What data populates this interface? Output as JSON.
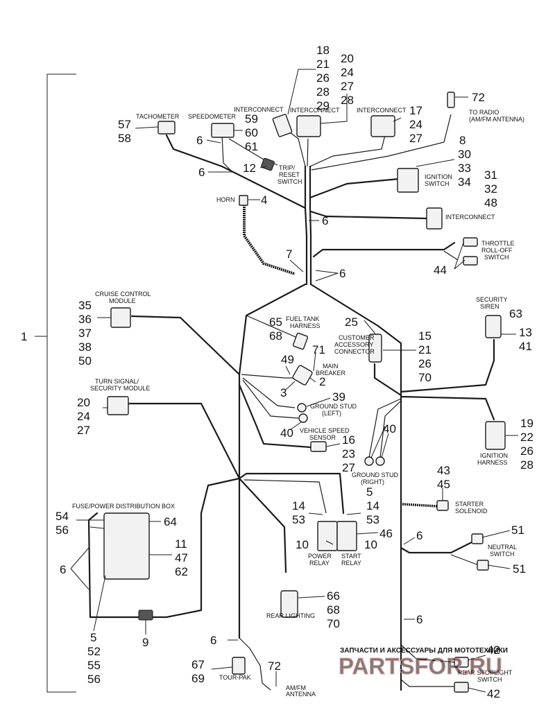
{
  "callouts": {
    "n1": "1",
    "n2": "2",
    "n3": "3",
    "n4": "4",
    "n5a": "5",
    "n5b": "5",
    "n6": "6",
    "n7": "7",
    "n8": "8",
    "n9": "9",
    "n10a": "10",
    "n10b": "10",
    "n11": "11",
    "n12": "12",
    "n13": "13",
    "n14a": "14",
    "n14b": "14",
    "n15": "15",
    "n16": "16",
    "n17": "17",
    "n18": "18",
    "n19": "19",
    "n20a": "20",
    "n20b": "20",
    "n21a": "21",
    "n21b": "21",
    "n22": "22",
    "n23": "23",
    "n24a": "24",
    "n24b": "24",
    "n24c": "24",
    "n25": "25",
    "n26a": "26",
    "n26b": "26",
    "n26c": "26",
    "n27a": "27",
    "n27b": "27",
    "n27c": "27",
    "n27d": "27",
    "n28a": "28",
    "n28b": "28",
    "n28c": "28",
    "n29": "29",
    "n30": "30",
    "n31": "31",
    "n32": "32",
    "n33": "33",
    "n34": "34",
    "n35": "35",
    "n36": "36",
    "n37": "37",
    "n38": "38",
    "n39": "39",
    "n40a": "40",
    "n40b": "40",
    "n41": "41",
    "n42a": "42",
    "n42b": "42",
    "n43": "43",
    "n44": "44",
    "n45": "45",
    "n46": "46",
    "n47": "47",
    "n48": "48",
    "n49": "49",
    "n50": "50",
    "n51a": "51",
    "n51b": "51",
    "n52": "52",
    "n53a": "53",
    "n53b": "53",
    "n54": "54",
    "n55": "55",
    "n56a": "56",
    "n56b": "56",
    "n57": "57",
    "n58": "58",
    "n59": "59",
    "n60": "60",
    "n61": "61",
    "n62": "62",
    "n63": "63",
    "n64": "64",
    "n65": "65",
    "n66": "66",
    "n67": "67",
    "n68a": "68",
    "n68b": "68",
    "n69": "69",
    "n70a": "70",
    "n70b": "70",
    "n71": "71",
    "n72a": "72",
    "n72b": "72"
  },
  "labels": {
    "tachometer": "TACHOMETER",
    "speedometer": "SPEEDOMETER",
    "interconnect1": "INTERCONNECT",
    "interconnect2": "INTERCONNECT",
    "interconnect3": "INTERCONNECT",
    "interconnect4": "INTERCONNECT",
    "to_radio_1": "TO RADIO",
    "to_radio_2": "(AM/FM ANTENNA)",
    "trip_1": "TRIP/",
    "trip_2": "RESET",
    "trip_3": "SWITCH",
    "ignition_switch_1": "IGNITION",
    "ignition_switch_2": "SWITCH",
    "horn": "HORN",
    "throttle_1": "THROTTLE",
    "throttle_2": "ROLL-OFF",
    "throttle_3": "SWITCH",
    "cruise_1": "CRUISE CONTROL",
    "cruise_2": "MODULE",
    "fuel_1": "FUEL TANK",
    "fuel_2": "HARNESS",
    "customer_1": "CUSTOMER",
    "customer_2": "ACCESSORY",
    "customer_3": "CONNECTOR",
    "security_1": "SECURITY",
    "security_2": "SIREN",
    "main_1": "MAIN",
    "main_2": "BREAKER",
    "turn_1": "TURN SIGNAL/",
    "turn_2": "SECURITY MODULE",
    "ground_left_1": "GROUND STUD",
    "ground_left_2": "(LEFT)",
    "vss_1": "VEHICLE SPEED",
    "vss_2": "SENSOR",
    "ground_right_1": "GROUND STUD",
    "ground_right_2": "(RIGHT)",
    "ignition_harness_1": "IGNITION",
    "ignition_harness_2": "HARNESS",
    "fuse_box": "FUSE/POWER DISTRIBUTION BOX",
    "starter_1": "STARTER",
    "starter_2": "SOLENOID",
    "power_relay_1": "POWER",
    "power_relay_2": "RELAY",
    "start_relay_1": "START",
    "start_relay_2": "RELAY",
    "neutral_1": "NEUTRAL",
    "neutral_2": "SWITCH",
    "rear_lighting": "REAR LIGHTING",
    "tour_pak": "TOUR-PAK",
    "amfm_1": "AM/FM",
    "amfm_2": "ANTENNA",
    "rear_stop_1": "REAR STOPLIGHT",
    "rear_stop_2": "SWITCH"
  },
  "watermark": {
    "line1": "ЗАПЧАСТИ И АКСЕССУАРЫ ДЛЯ МОТОТЕХНИКИ",
    "line2": "PARTSFOR.RU"
  },
  "colors": {
    "line": "#1a1a1a",
    "watermark_red": "#d9534f",
    "watermark_gray": "#b8b8b8"
  }
}
